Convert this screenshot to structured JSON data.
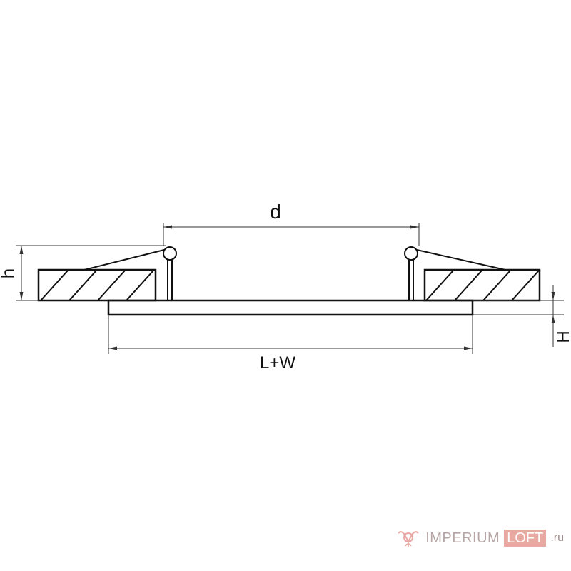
{
  "diagram": {
    "labels": {
      "d": "d",
      "h": "h",
      "lw": "L+W",
      "H": "H"
    }
  },
  "watermark": {
    "brand_name": "IMPERIUM",
    "brand_box": "LOFT",
    "suffix": ".ru",
    "color": "#e8a9a3"
  }
}
